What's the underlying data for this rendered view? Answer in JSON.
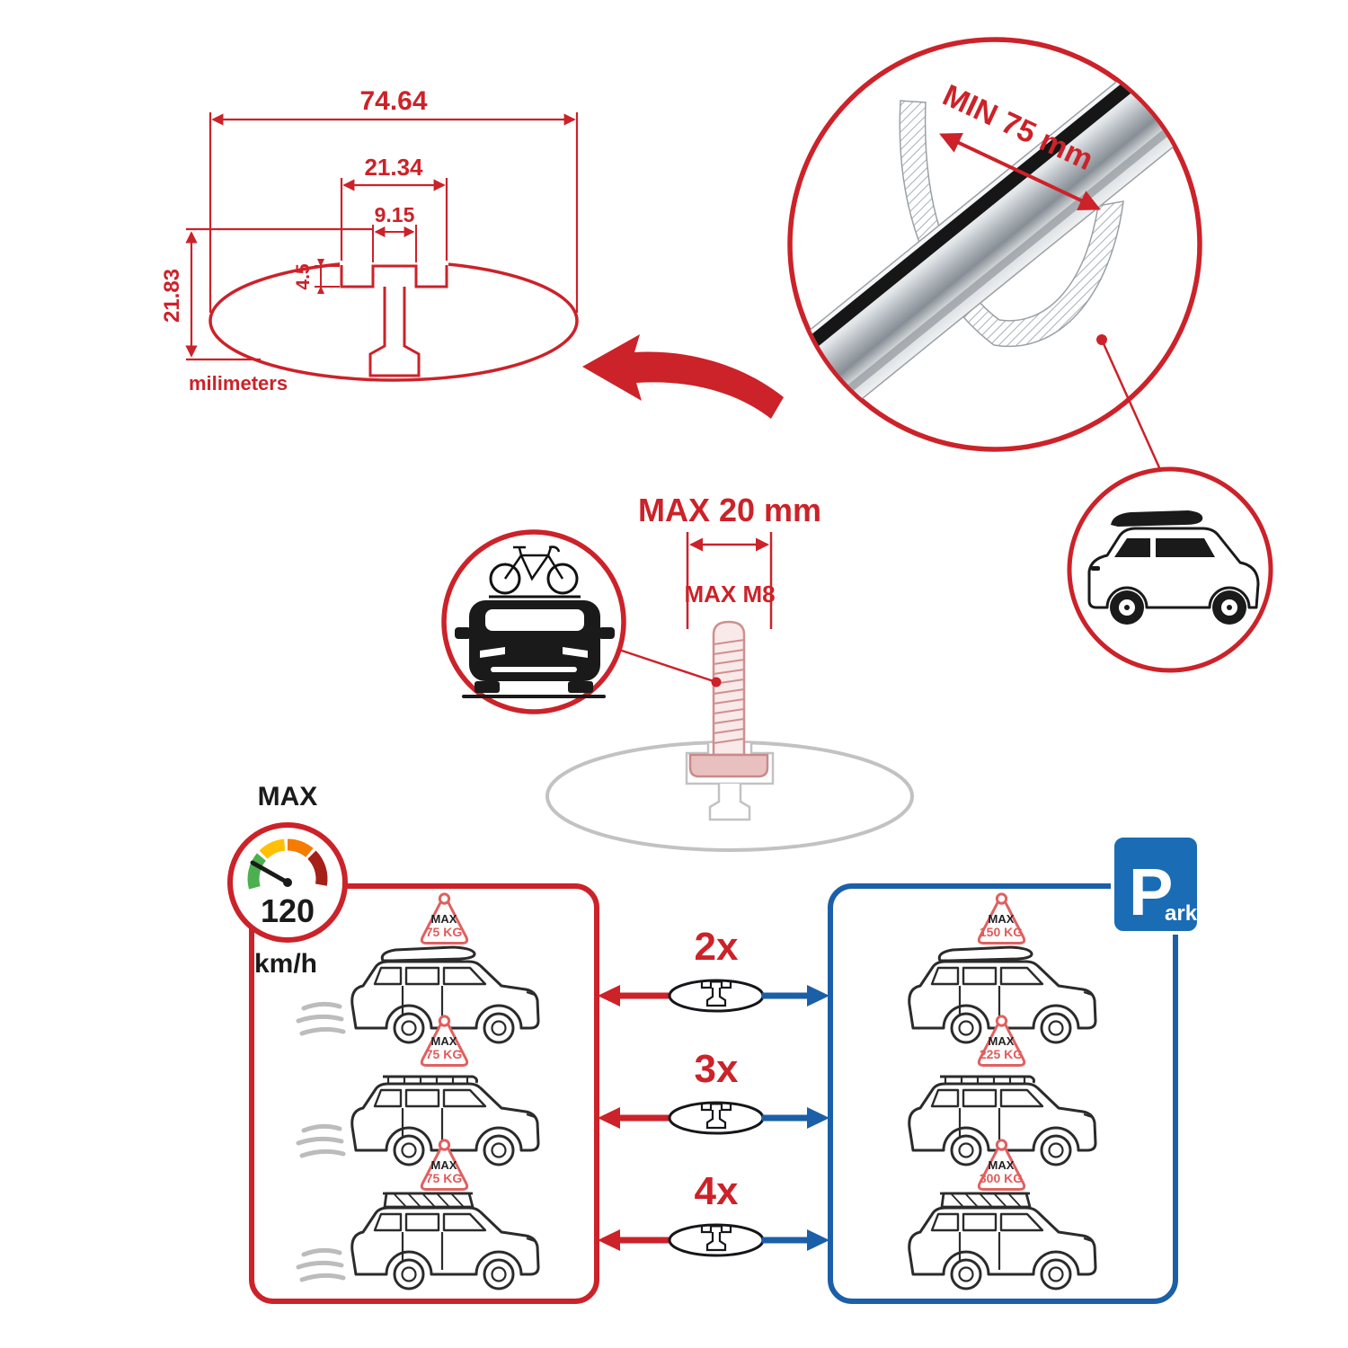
{
  "colors": {
    "red": "#cc2229",
    "blue": "#1b5fa8",
    "park_blue": "#1a6cb5",
    "gray": "#c2c2c2",
    "black": "#1a1a1a"
  },
  "technical_drawing": {
    "width_total": "74.64",
    "slot_outer_width": "21.34",
    "slot_inner_width": "9.15",
    "slot_depth": "4.5",
    "height_total": "21.83",
    "units": "milimeters"
  },
  "bar_detail": {
    "min_clearance": "MIN 75 mm"
  },
  "bolt": {
    "max_width": "MAX 20 mm",
    "max_thread": "MAX M8"
  },
  "speed_limit": {
    "title": "MAX",
    "value": "120",
    "units": "km/h"
  },
  "park_sign": {
    "letter": "P",
    "suffix": "ark"
  },
  "driving_cars": [
    {
      "max": "MAX",
      "load": "75 KG"
    },
    {
      "max": "MAX",
      "load": "75 KG"
    },
    {
      "max": "MAX",
      "load": "75 KG"
    }
  ],
  "parked_cars": [
    {
      "max": "MAX",
      "load": "150 KG"
    },
    {
      "max": "MAX",
      "load": "225 KG"
    },
    {
      "max": "MAX",
      "load": "300 KG"
    }
  ],
  "bar_counts": [
    {
      "label": "2x"
    },
    {
      "label": "3x"
    },
    {
      "label": "4x"
    }
  ]
}
